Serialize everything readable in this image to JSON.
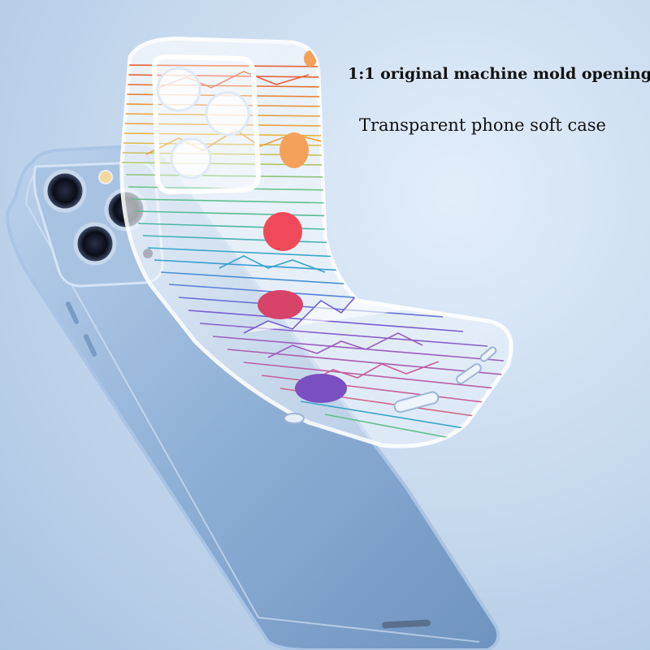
{
  "headline": "1:1 original machine mold opening",
  "subline": "Transparent phone soft case",
  "colors": {
    "background": "#c9dbef",
    "phone_body": "#8fb0d6",
    "case_lines": [
      "#e8623a",
      "#e9a23a",
      "#5fbf8a",
      "#3aa6c9",
      "#7a5fd0",
      "#c95f9a"
    ],
    "dots": [
      "#f4a25a",
      "#f04a5a",
      "#d8436a",
      "#7a4fc0"
    ]
  },
  "product": {
    "phone": "blue smartphone with triple camera",
    "case": "clear soft case with striped mountain-and-sun line art"
  }
}
